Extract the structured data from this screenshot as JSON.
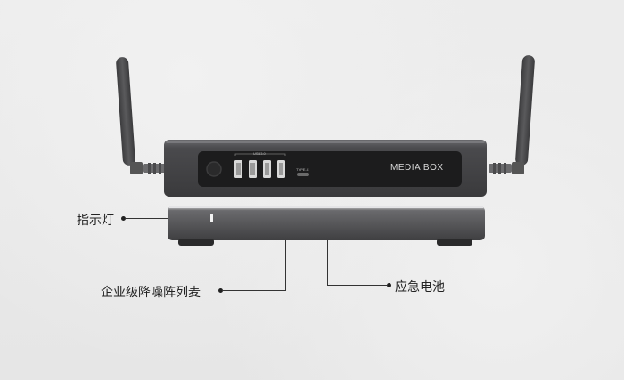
{
  "device": {
    "brand_text": "MEDIA BOX",
    "usb_label": "USB3.0",
    "typec_label": "TYPE-C"
  },
  "callouts": {
    "indicator": "指示灯",
    "mic_array": "企业级降噪阵列麦",
    "battery": "应急电池"
  },
  "colors": {
    "body_dark": "#3b3b3d",
    "body_mid": "#5a5a5d",
    "panel": "#1e1e1f",
    "antenna": "#4a4a4c",
    "background": "#eaeaea"
  }
}
